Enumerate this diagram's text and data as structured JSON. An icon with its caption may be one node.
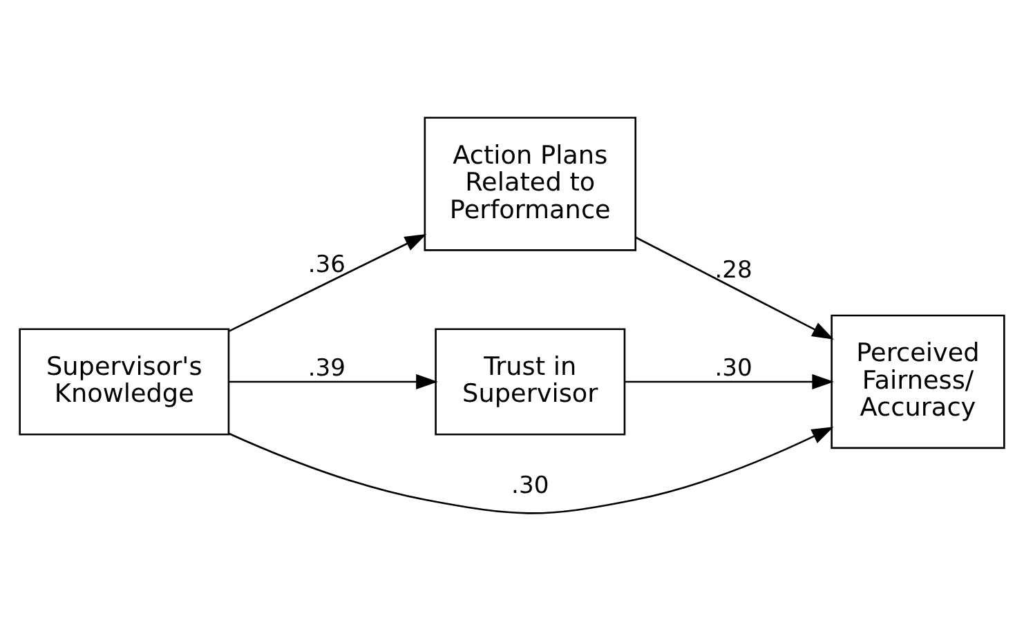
{
  "diagram": {
    "nodes": [
      {
        "text": [
          "Supervisor's Knowledge"
        ]
      },
      {
        "text": [
          "Action Plans Related to Performance"
        ]
      },
      {
        "text": [
          "Trust in Supervisor"
        ]
      },
      {
        "text": [
          "Perceived Fairness/ Accuracy"
        ]
      }
    ],
    "edges": [
      {
        "from": 0,
        "to": 1,
        "arrow": "to",
        "label": ".36"
      },
      {
        "from": 0,
        "to": 3,
        "arrow": "to",
        "label": ".30"
      },
      {
        "from": 0,
        "to": 2,
        "arrow": "to",
        "label": ".39"
      },
      {
        "from": 1,
        "to": 3,
        "arrow": "to",
        "label": ".28"
      },
      {
        "from": 2,
        "to": 3,
        "arrow": "to",
        "label": ".30"
      }
    ]
  }
}
